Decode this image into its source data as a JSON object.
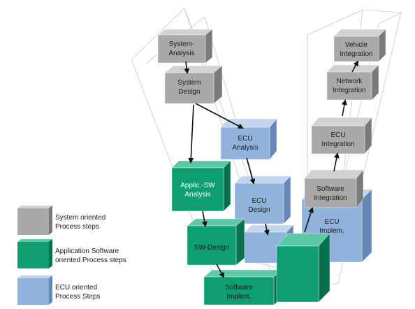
{
  "colors": {
    "system_fill": "#a9a9a9",
    "system_top": "#d2d2d2",
    "system_side": "#7a7a7a",
    "app_fill": "#0f9e72",
    "app_top": "#5cc8a4",
    "app_side": "#06704f",
    "ecu_fill": "#8fb3db",
    "ecu_top": "#c1d6ee",
    "ecu_side": "#6688b8"
  },
  "blocks": {
    "system_analysis": [
      "System-",
      "Analysis"
    ],
    "system_design": [
      "System",
      "Design"
    ],
    "ecu_analysis": [
      "ECU",
      "Analysis"
    ],
    "applic_sw_analysis": [
      "Applic.-SW",
      "Analysis"
    ],
    "ecu_design": [
      "ECU",
      "Design"
    ],
    "sw_design": [
      "SW-Design"
    ],
    "software_implem": [
      "Software",
      "Implem."
    ],
    "ecu_implem": [
      "ECU",
      "Implem."
    ],
    "software_integration": [
      "Software",
      "Integration"
    ],
    "ecu_integration": [
      "ECU",
      "Integration"
    ],
    "network_integration": [
      "Network",
      "Integration"
    ],
    "vehicle_integration": [
      "Vehicle",
      "Integration"
    ]
  },
  "legend": {
    "system": [
      "System oriented",
      "Process steps"
    ],
    "application": [
      "Application Software",
      "oriented Process steps"
    ],
    "ecu": [
      "ECU oriented",
      "Process Steps"
    ]
  }
}
